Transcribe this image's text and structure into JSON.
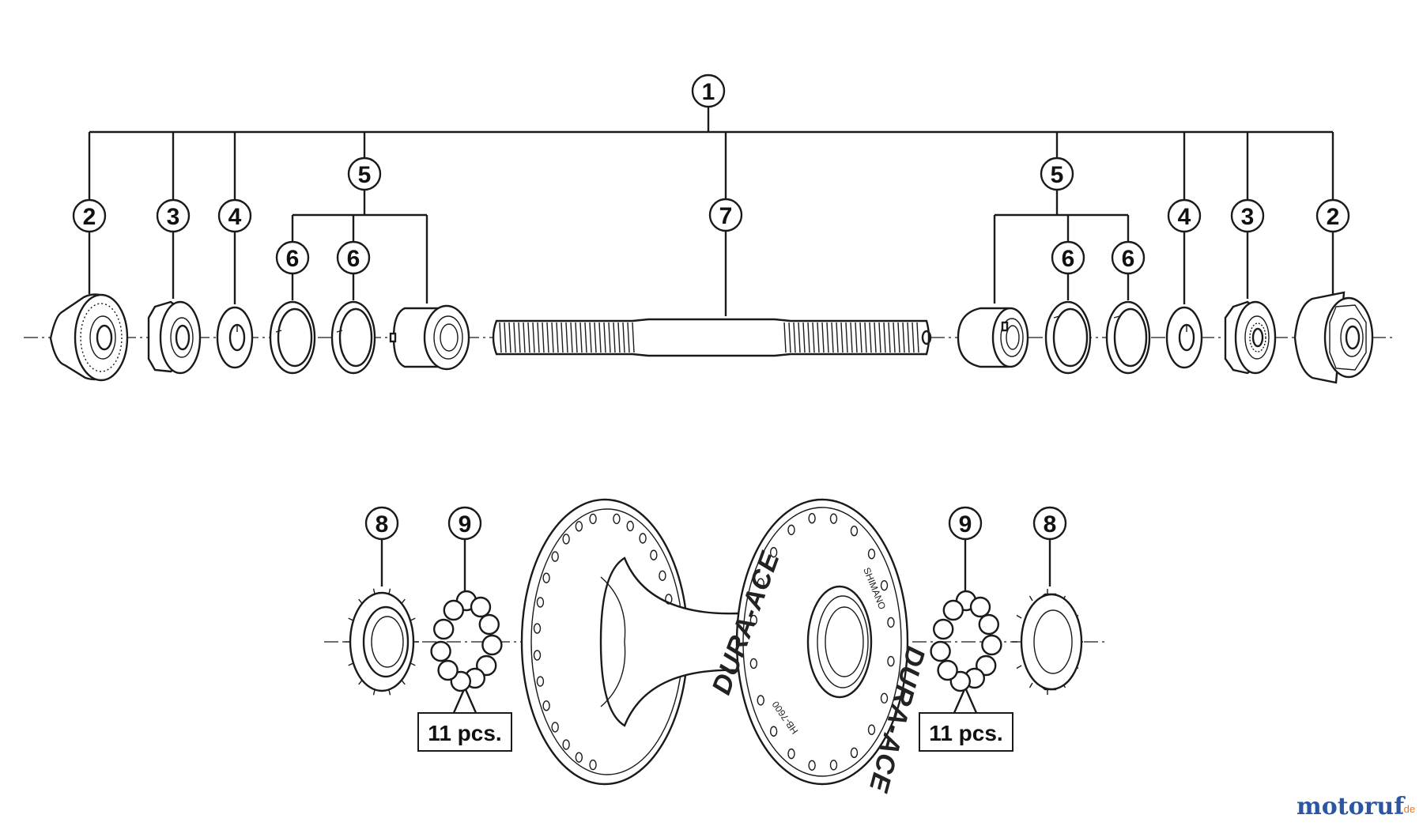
{
  "callouts": {
    "c1": "1",
    "c2_left": "2",
    "c3_left": "3",
    "c4_left": "4",
    "c5_left": "5",
    "c6_left_a": "6",
    "c6_left_b": "6",
    "c7": "7",
    "c5_right": "5",
    "c6_right_a": "6",
    "c6_right_b": "6",
    "c4_right": "4",
    "c3_right": "3",
    "c2_right": "2",
    "c8_left": "8",
    "c9_left": "9",
    "c9_right": "9",
    "c8_right": "8"
  },
  "quantity_labels": {
    "left": "11 pcs.",
    "right": "11 pcs."
  },
  "hub_markings": {
    "brand": "DURA-ACE",
    "brand_lower": "DURA-ACE",
    "maker": "SHIMANO",
    "model": "HB-7600"
  },
  "watermark": {
    "text_a": "motoruf",
    "text_b": ".de",
    "color_a": "#2b56a3",
    "color_b": "#e07820"
  }
}
